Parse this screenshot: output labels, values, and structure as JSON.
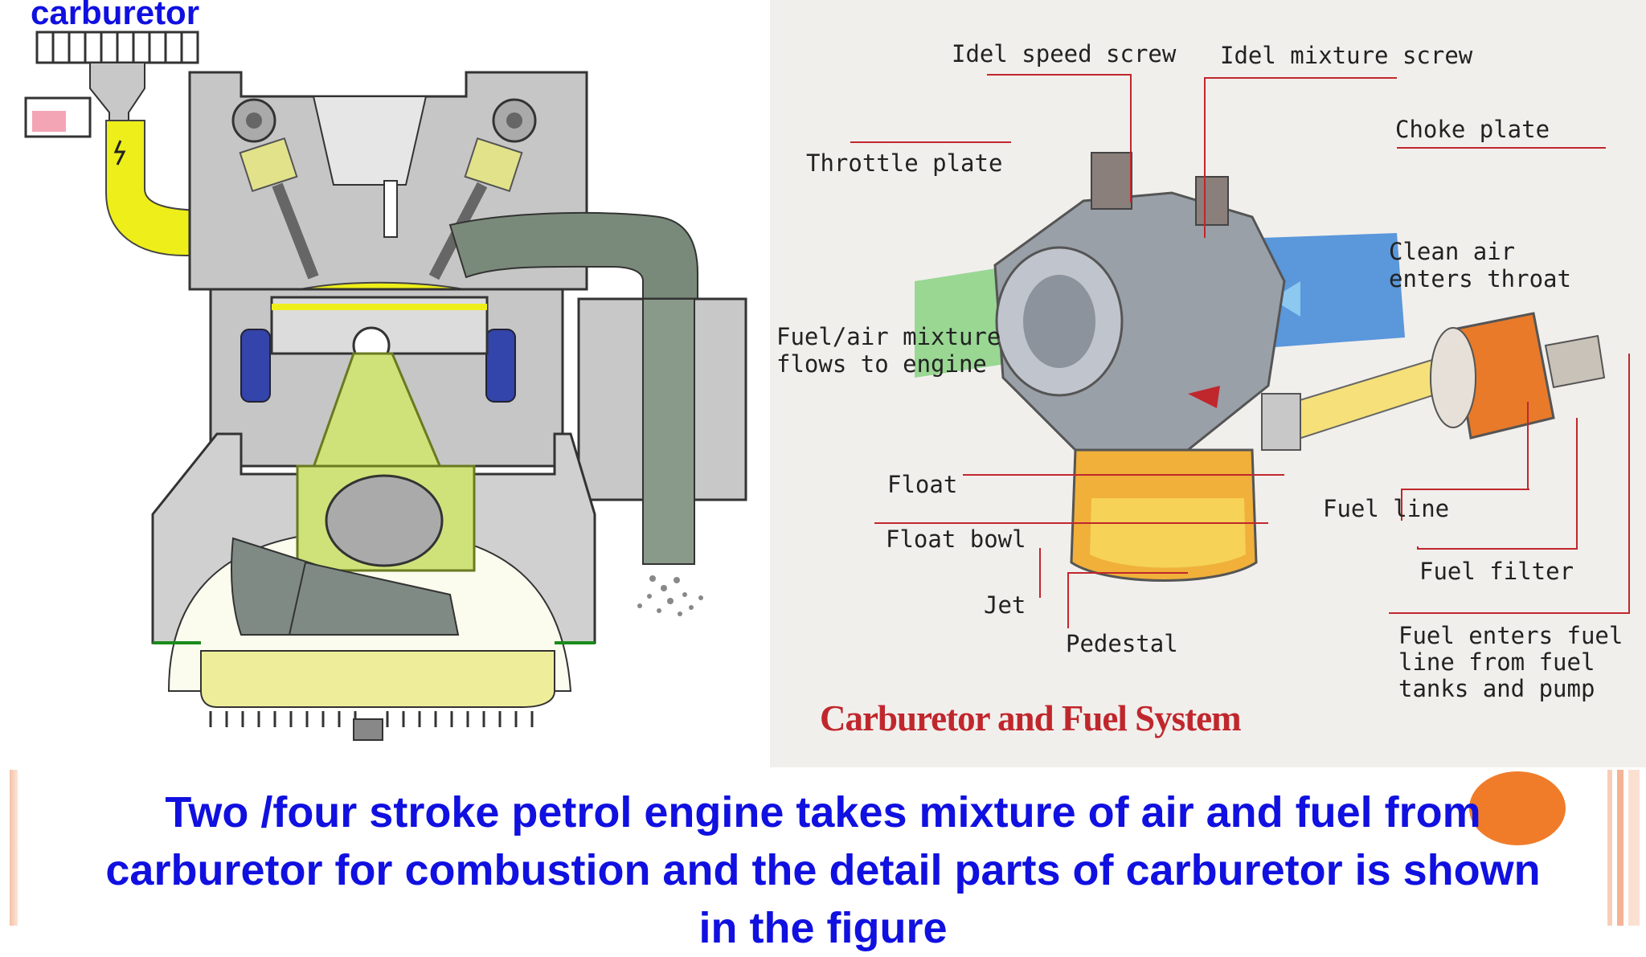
{
  "engine_diagram": {
    "title": "carburetor"
  },
  "carburetor_diagram": {
    "title": "Carburetor and Fuel System",
    "labels": {
      "idle_speed_screw": "Idel speed screw",
      "idle_mixture_screw": "Idel mixture screw",
      "choke_plate": "Choke plate",
      "throttle_plate": "Throttle plate",
      "clean_air_1": "Clean air",
      "clean_air_2": "enters throat",
      "fuel_air_1": "Fuel/air mixture",
      "fuel_air_2": "flows to engine",
      "float": "Float",
      "float_bowl": "Float bowl",
      "jet": "Jet",
      "pedestal": "Pedestal",
      "fuel_line": "Fuel line",
      "fuel_filter": "Fuel filter",
      "fuel_enters_1": "Fuel enters fuel",
      "fuel_enters_2": "line from fuel",
      "fuel_enters_3": "tanks and pump"
    }
  },
  "caption": {
    "line1": "Two /four stroke petrol engine takes mixture of air and fuel from",
    "line2": "carburetor  for combustion and the detail parts of carburetor is shown",
    "line3": "in the figure"
  },
  "colors": {
    "accent_blue": "#1010e0",
    "label_red": "#c0272d",
    "slide_orange": "#f07c2a"
  }
}
